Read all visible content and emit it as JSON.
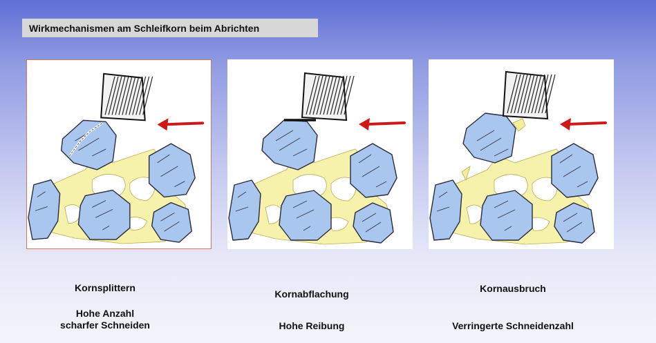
{
  "title": "Wirkmechanismen am Schleifkorn beim Abrichten",
  "colors": {
    "grain_fill": "#a9c7ee",
    "bond_fill": "#f5ef9c",
    "arrow": "#cc1a1a",
    "panel_border": "#d9745a"
  },
  "mechanisms": [
    {
      "name": "Kornsplittern",
      "effect_line1": "Hohe Anzahl",
      "effect_line2": "scharfer Schneiden"
    },
    {
      "name": "Kornabflachung",
      "effect": "Hohe Reibung"
    },
    {
      "name": "Kornausbruch",
      "effect": "Verringerte Schneidenzahl"
    }
  ]
}
